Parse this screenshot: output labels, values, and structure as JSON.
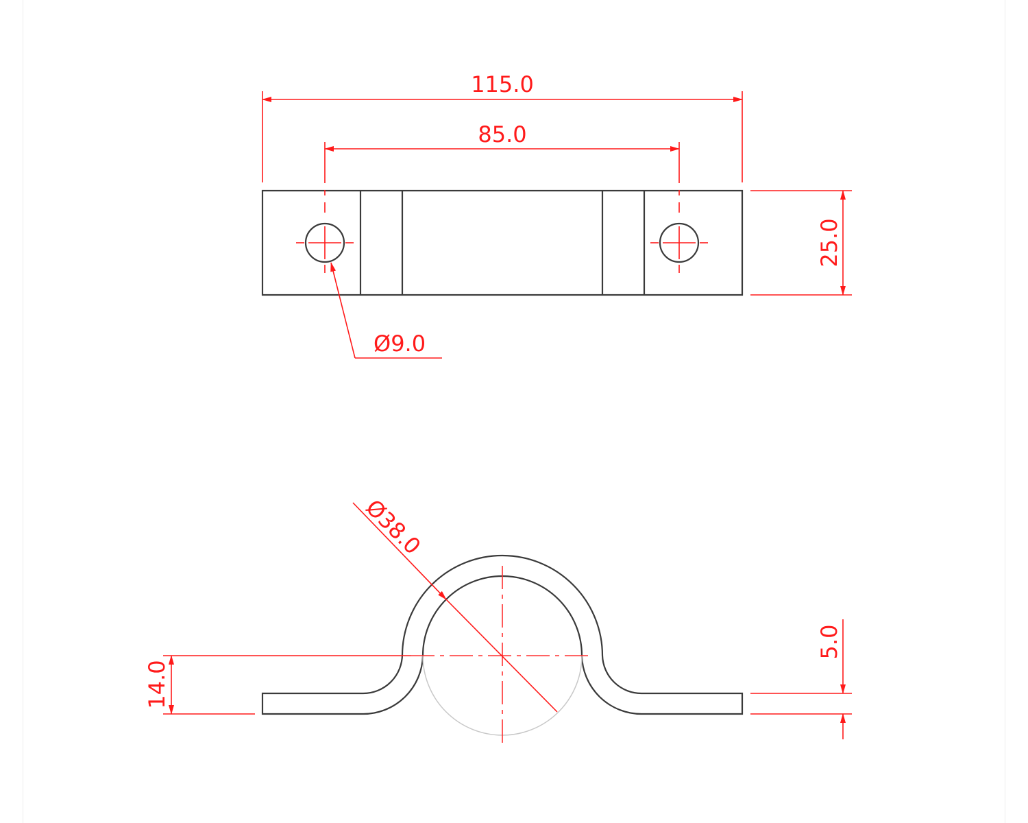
{
  "drawing": {
    "top_view": {
      "overall_length": "115.0",
      "hole_spacing": "85.0",
      "width": "25.0",
      "hole_diameter": "Ø9.0"
    },
    "front_view": {
      "bore_diameter": "Ø38.0",
      "height": "14.0",
      "thickness": "5.0"
    },
    "colors": {
      "object": "#3a3a3a",
      "dimension": "#ff1a1a"
    }
  }
}
